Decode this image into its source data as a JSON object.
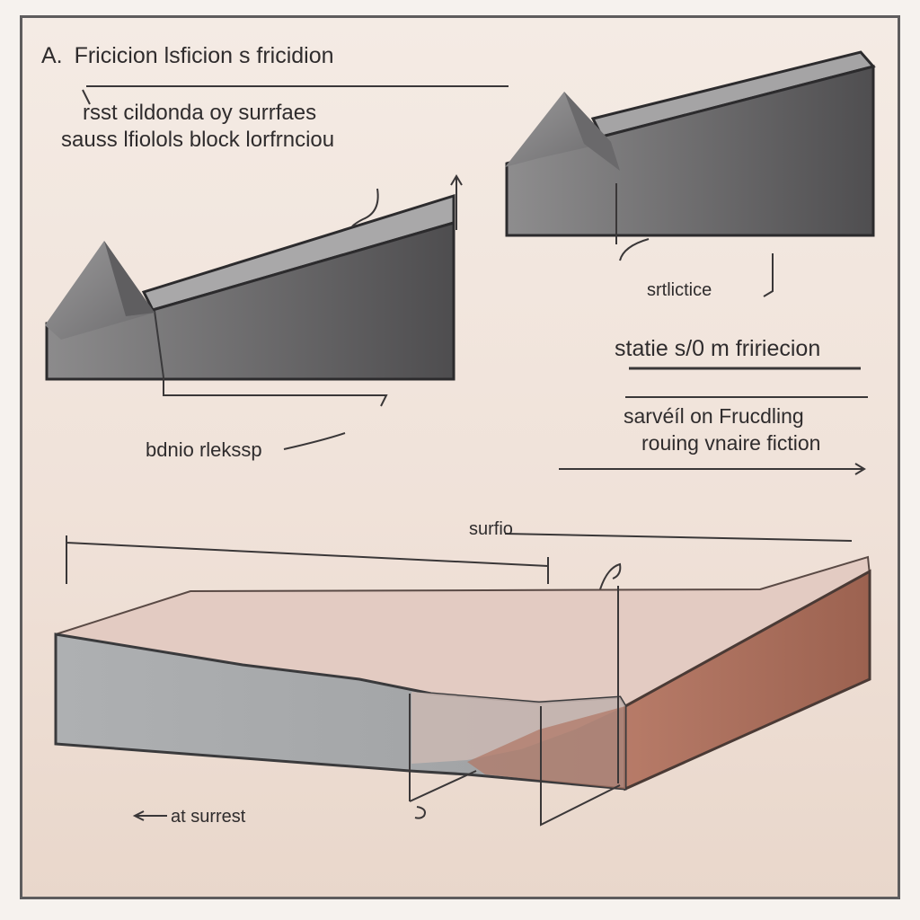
{
  "header": {
    "letter": "A.",
    "title": "Fricicion lsficion s fricidion",
    "subtitle_line1": "rsst cildonda oy surrfaes",
    "subtitle_line2": "sauss lfiolols block lorfrnciou"
  },
  "labels": {
    "left_block_caption": "bdnio rlekssp",
    "right_block_caption": "srtlictice",
    "static_label": "statie s/0 m fririecion",
    "rolling_line1": "sarvéíl on  Frucdling",
    "rolling_line2": "rouing vnaire fiction",
    "surface_label": "surfio",
    "bottom_label": "at surrest"
  },
  "colors": {
    "frame": "#5e5c5d",
    "block_dark": "#555456",
    "block_light": "#8a898a",
    "slab_top": "#e3cbc2",
    "slab_front": "#a7a8a9",
    "slab_side": "#a66d5c",
    "ink": "#2f2c2d"
  }
}
